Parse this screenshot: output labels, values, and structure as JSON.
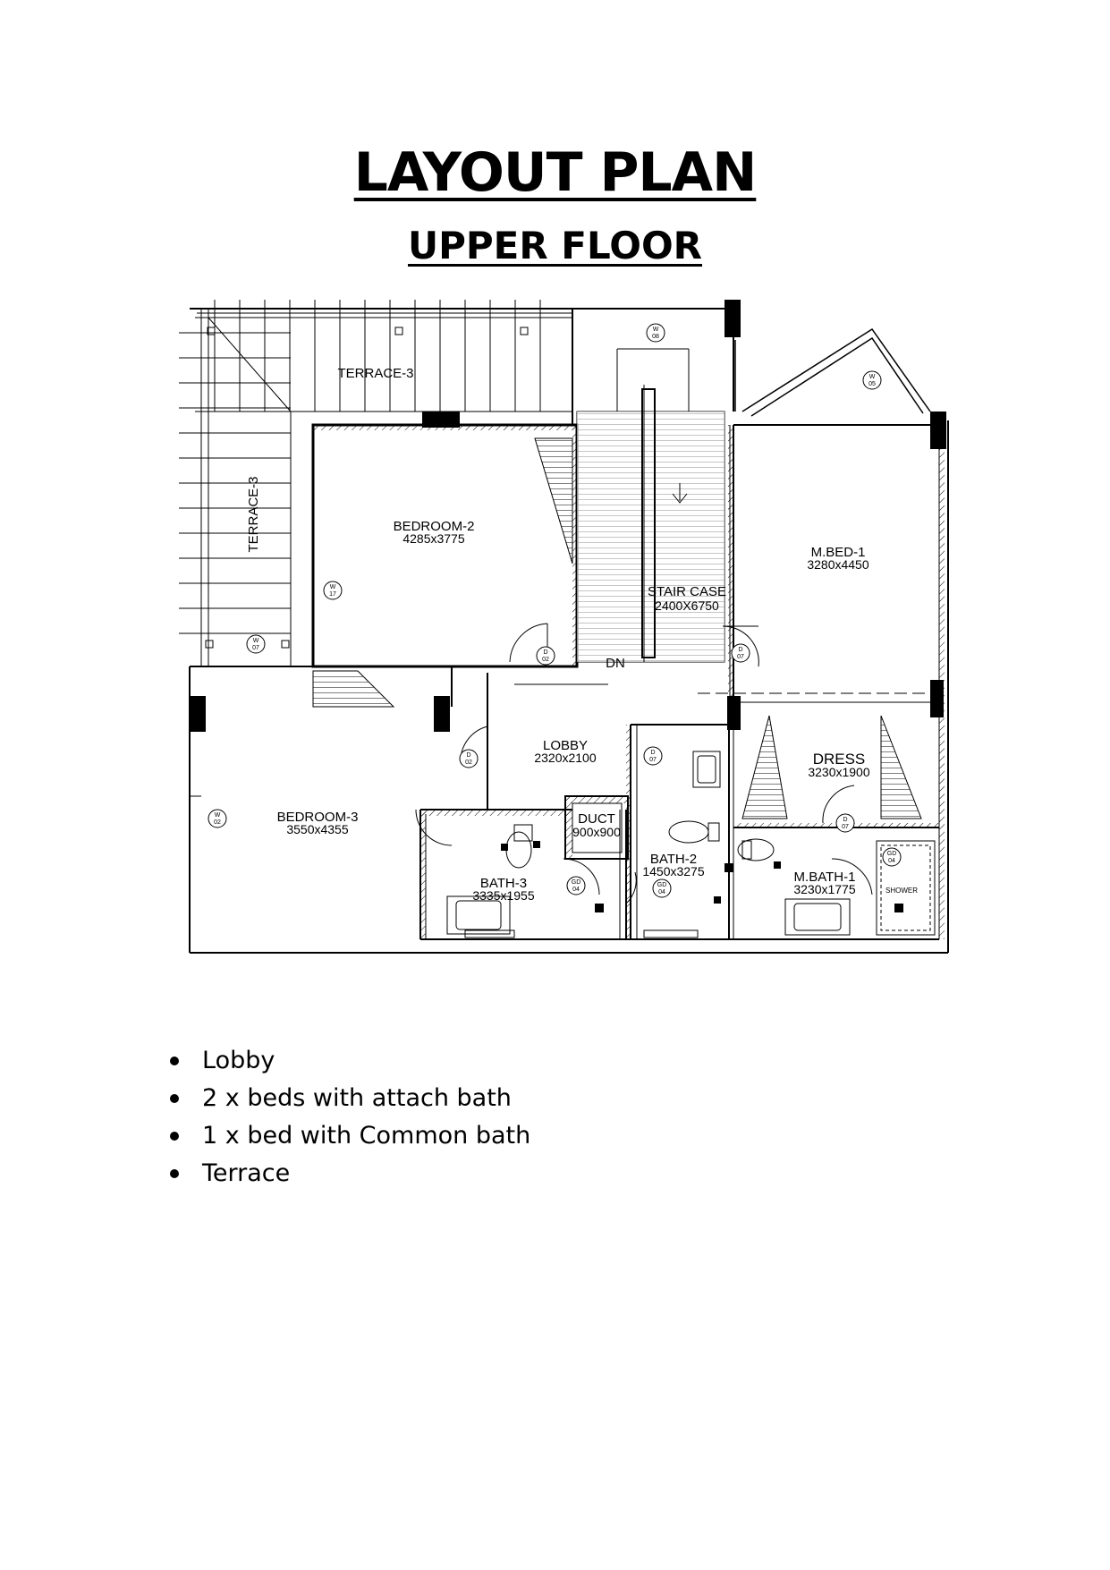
{
  "title": "LAYOUT PLAN",
  "subtitle": "UPPER FLOOR",
  "rooms": [
    {
      "key": "terrace_top",
      "name": "TERRACE-3"
    },
    {
      "key": "terrace_side",
      "name": "TERRACE-3"
    },
    {
      "key": "bedroom2",
      "name": "BEDROOM-2",
      "size": "4285x3775"
    },
    {
      "key": "staircase",
      "name": "STAIR CASE",
      "size": "2400X6750"
    },
    {
      "key": "mbed1",
      "name": "M.BED-1",
      "size": "3280x4450"
    },
    {
      "key": "lobby",
      "name": "LOBBY",
      "size": "2320x2100"
    },
    {
      "key": "dress",
      "name": "DRESS",
      "size": "3230x1900"
    },
    {
      "key": "bedroom3",
      "name": "BEDROOM-3",
      "size": "3550x4355"
    },
    {
      "key": "duct",
      "name": "DUCT",
      "size": "900x900"
    },
    {
      "key": "bath3",
      "name": "BATH-3",
      "size": "3335x1955"
    },
    {
      "key": "bath2",
      "name": "BATH-2",
      "size": "1450x3275"
    },
    {
      "key": "mbath1",
      "name": "M.BATH-1",
      "size": "3230x1775"
    }
  ],
  "labels": {
    "dn": "DN",
    "shower": "SHOWER"
  },
  "tags": {
    "w": "W",
    "d": "D",
    "gd": "GD",
    "w08": "08",
    "w05": "05",
    "w17": "17",
    "w07": "07",
    "w02": "02",
    "d02": "02",
    "d07": "07",
    "gd04": "04"
  },
  "features": [
    "Lobby",
    "2 x beds with attach bath",
    "1 x bed with Common bath",
    "Terrace"
  ]
}
